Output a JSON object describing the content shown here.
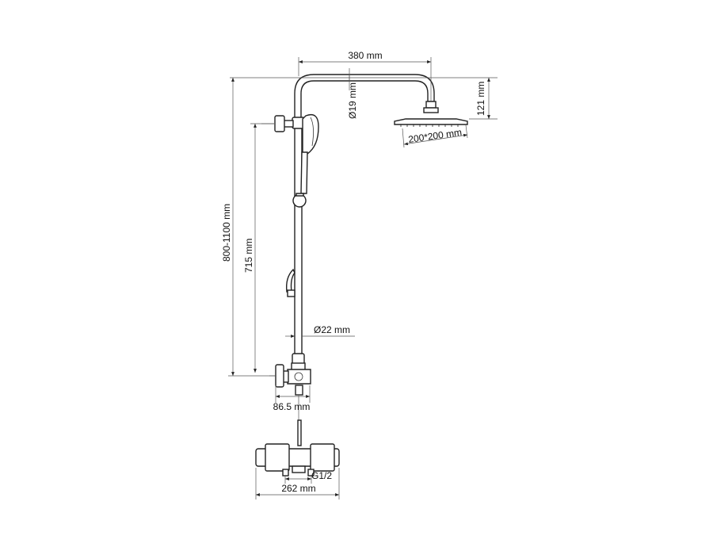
{
  "dimensions": {
    "top_span": "380 mm",
    "arm_diameter": "Ø19 mm",
    "head_height": "121 mm",
    "head_size": "200*200 mm",
    "overall_height": "800-1100 mm",
    "slide_length": "715 mm",
    "rail_diameter": "Ø22 mm",
    "wall_offset": "86.5 mm",
    "inlet_thread": "G1/2",
    "mixer_width": "262 mm"
  },
  "colors": {
    "line": "#222222",
    "background": "#ffffff"
  }
}
